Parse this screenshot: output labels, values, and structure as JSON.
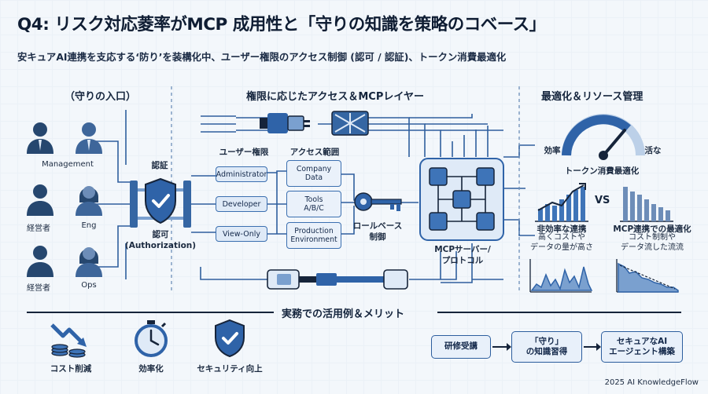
{
  "header": {
    "title": "Q4: リスク対応菱率がMCP 成用性と「守りの知識を策略のコベース」",
    "subtitle": "安キュアAI連携を支応する‘防り’を装構化中、ユーザー権限のアクセス制御 (認可 / 認証)、トークン消費最適化"
  },
  "left": {
    "section_title": "（守りの入口）",
    "people": [
      {
        "label": "Management",
        "icon": "businessman-icon"
      },
      {
        "label": "経営者",
        "icon": "man-icon"
      },
      {
        "label": "Eng",
        "icon": "woman-icon"
      },
      {
        "label": "経営者",
        "icon": "man-icon"
      },
      {
        "label": "Ops",
        "icon": "woman-icon"
      }
    ],
    "auth_label": "認証",
    "authz_label": "認可\n(Authorization)"
  },
  "middle": {
    "section_title": "権限に応じたアクセス＆MCPレイヤー",
    "user_roles_header": "ユーザー権限",
    "access_scope_header": "アクセス範囲",
    "roles": [
      "Administrator",
      "Developer",
      "View-Only"
    ],
    "scopes": [
      "Company\nData",
      "Tools\nA/B/C",
      "Production\nEnvironment"
    ],
    "key_label": "ロールベース\n制御",
    "mcp_label": "MCPサーバー/\nプロトコル"
  },
  "right": {
    "section_title": "最適化＆リソース管理",
    "gauge_left": "効率",
    "gauge_right": "活な",
    "token_label": "トークン消費最適化",
    "vs_label": "VS",
    "left_title": "非効率な連携",
    "left_desc": "高くコストや\nデータの量が高さ",
    "right_title": "MCP連携での最適化",
    "right_desc": "コスト制制や\nデータ流した流流"
  },
  "bottom": {
    "section_title": "実務での活用例＆メリット",
    "benefits": [
      "コスト削減",
      "効率化",
      "セキュリティ向上"
    ],
    "flow": [
      "研修受講",
      "「守り」\nの知識習得",
      "セキュアなAI\nエージェント構築"
    ],
    "footer": "2025 AI KnowledgeFlow"
  },
  "colors": {
    "accent": "#2f63a8",
    "dark": "#16243a",
    "light": "#dfeaf7"
  }
}
